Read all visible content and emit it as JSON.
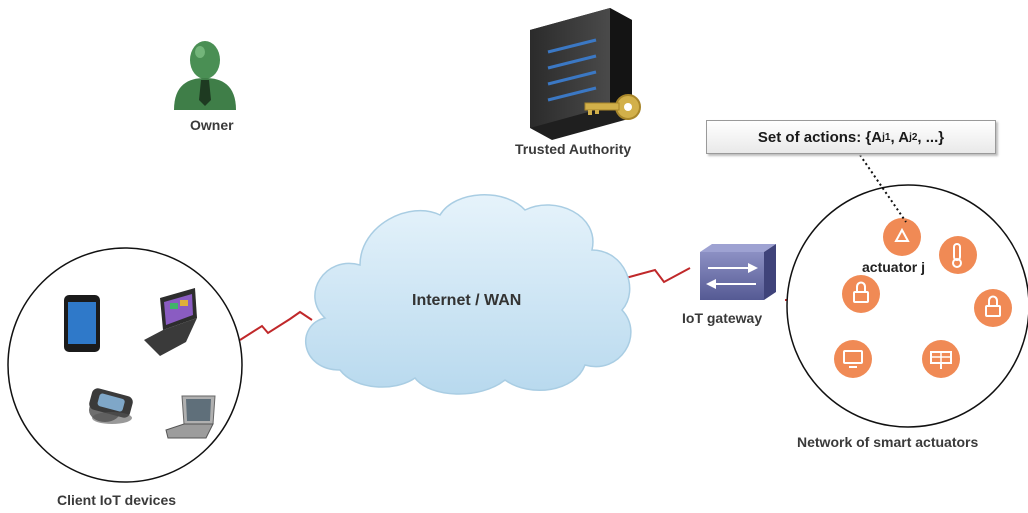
{
  "labels": {
    "owner": "Owner",
    "trusted_authority": "Trusted Authority",
    "internet": "Internet / WAN",
    "iot_gateway": "IoT gateway",
    "client_devices": "Client IoT devices",
    "actuator_network": "Network of smart actuators",
    "actuator_j": "actuator j"
  },
  "callout": {
    "prefix": "Set of actions: {A",
    "sub1": "j1",
    "mid": ", A",
    "sub2": "j2",
    "suffix": ", ...}"
  },
  "colors": {
    "link": "#c0282a",
    "cloud": "#cfe6f3",
    "actuator": "#f08a55",
    "gateway": "#6b6fa8"
  },
  "icons": {
    "owner": "person-icon",
    "authority": "server-key-icon",
    "gateway": "router-icon",
    "devices": [
      "tablet-icon",
      "laptop-icon",
      "smartwatch-icon",
      "notebook-icon"
    ],
    "actuators": [
      "recycle-icon",
      "thermometer-icon",
      "lock-icon",
      "lock-icon",
      "monitor-icon",
      "solar-panel-icon"
    ]
  }
}
